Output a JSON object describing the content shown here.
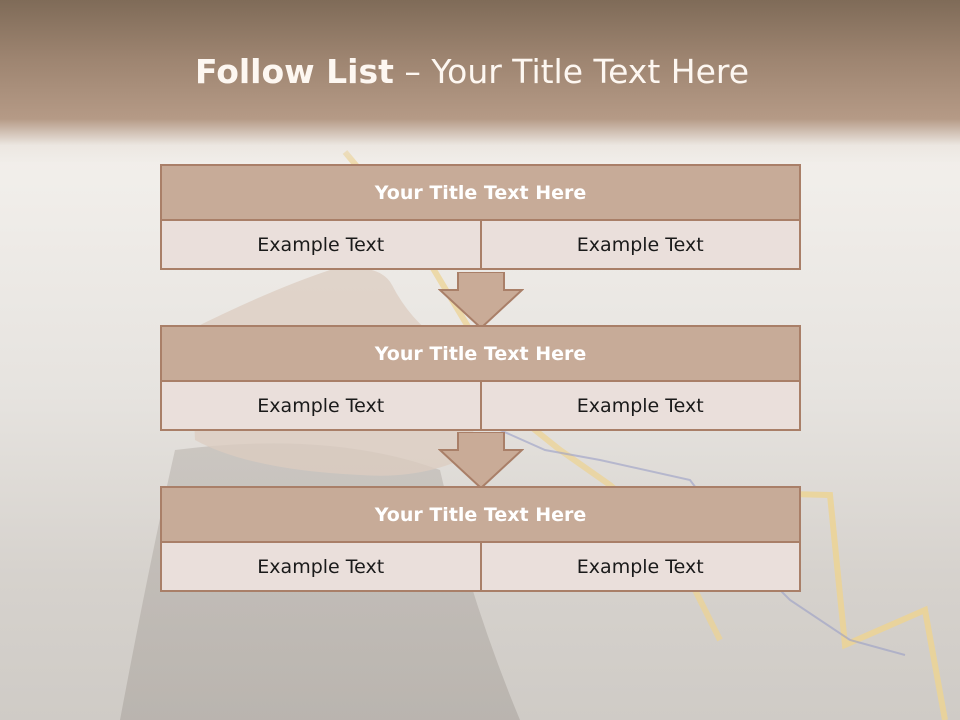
{
  "slide": {
    "title_bold": "Follow List",
    "title_rest": " – Your Title Text Here"
  },
  "blocks": [
    {
      "title": "Your Title Text Here",
      "left": "Example Text",
      "right": "Example Text"
    },
    {
      "title": "Your Title Text Here",
      "left": "Example Text",
      "right": "Example Text"
    },
    {
      "title": "Your Title Text Here",
      "left": "Example Text",
      "right": "Example Text"
    }
  ],
  "colors": {
    "header_brown": "#9d8470",
    "block_fill": "#c7ab98",
    "block_border": "#a97f68",
    "cell_fill": "#eadfdb",
    "arrow_fill": "#c9ab97"
  }
}
